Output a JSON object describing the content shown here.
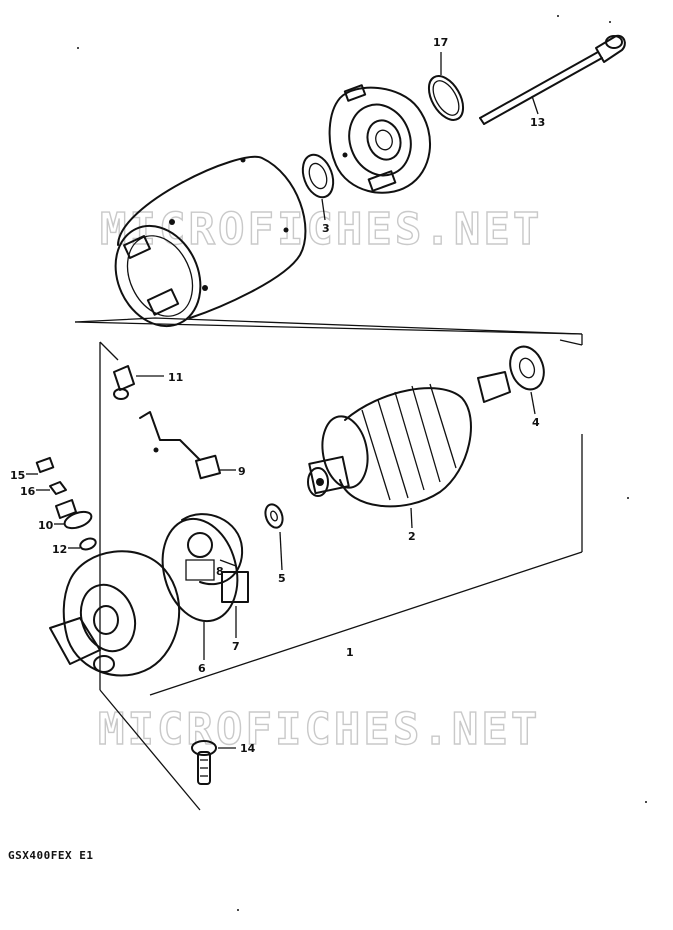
{
  "diagram": {
    "model_code": "GSX400FEX E1",
    "watermark": "MICROFICHES.NET",
    "part_labels": {
      "p1": "1",
      "p2": "2",
      "p3": "3",
      "p4": "4",
      "p5": "5",
      "p6": "6",
      "p7": "7",
      "p8": "8",
      "p9": "9",
      "p10": "10",
      "p11": "11",
      "p12": "12",
      "p13": "13",
      "p14": "14",
      "p15": "15",
      "p16": "16",
      "p17": "17"
    }
  }
}
